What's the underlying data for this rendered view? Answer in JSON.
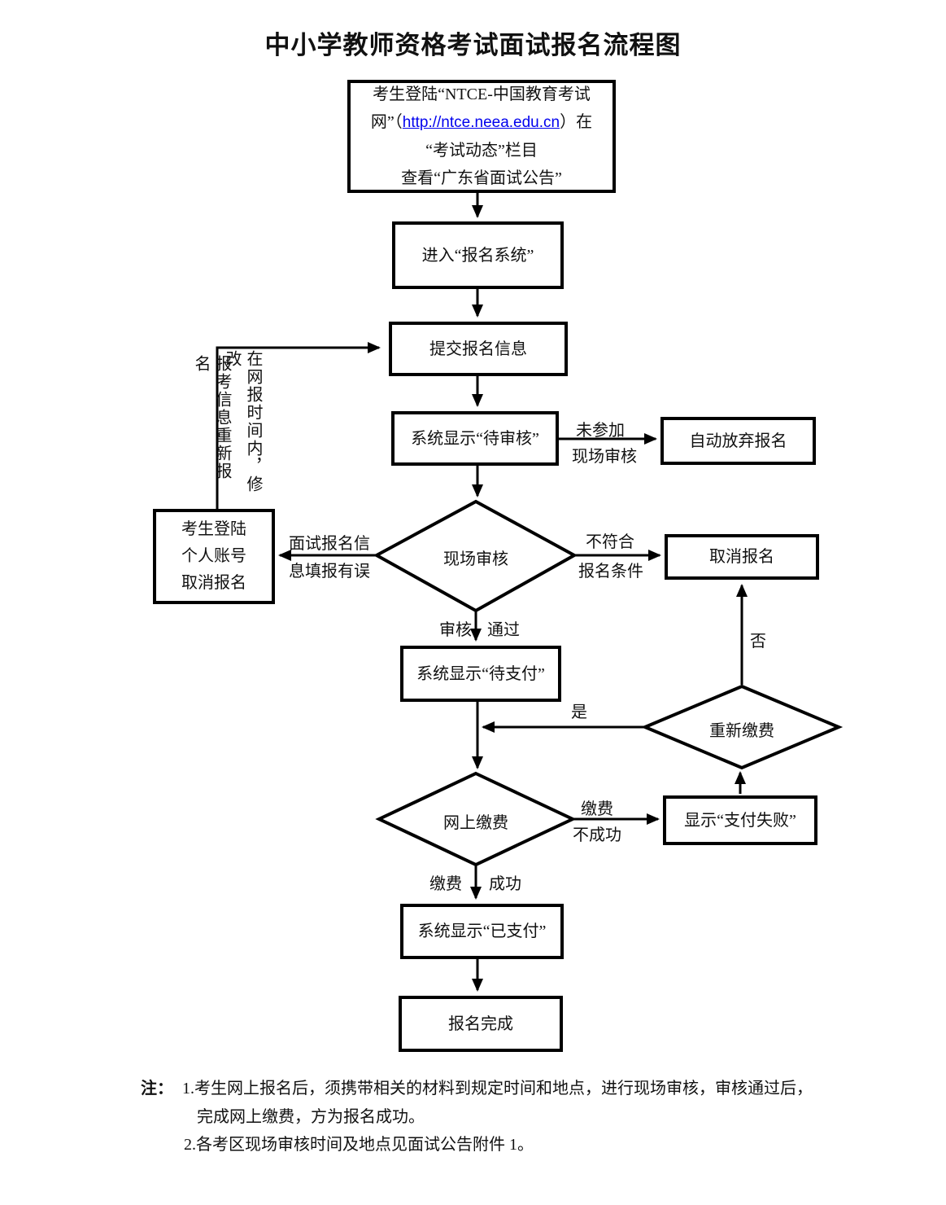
{
  "title": "中小学教师资格考试面试报名流程图",
  "colors": {
    "link": "#0000EE",
    "line": "#000000",
    "background": "#FFFFFF"
  },
  "nodes": {
    "start": {
      "line1": "考生登陆“NTCE-中国教育考试",
      "line2_pre": "网”（",
      "line2_link": "http://ntce.neea.edu.cn",
      "line2_post": "）在",
      "line3": "“考试动态”栏目",
      "line4": "查看“广东省面试公告”"
    },
    "enter_system": "进入“报名系统”",
    "submit_info": "提交报名信息",
    "pending_review": "系统显示“待审核”",
    "auto_abandon": "自动放弃报名",
    "onsite_review": "现场审核",
    "cancel_account_l1": "考生登陆",
    "cancel_account_l2": "个人账号",
    "cancel_account_l3": "取消报名",
    "cancel_registration": "取消报名",
    "pending_payment": "系统显示“待支付”",
    "repay": "重新缴费",
    "online_payment": "网上缴费",
    "payment_failed": "显示“支付失败”",
    "paid": "系统显示“已支付”",
    "complete": "报名完成"
  },
  "edge_labels": {
    "no_onsite_l1": "未参加",
    "no_onsite_l2": "现场审核",
    "wrong_info_l1": "面试报名信",
    "wrong_info_l2": "息填报有误",
    "not_qualified_l1": "不符合",
    "not_qualified_l2": "报名条件",
    "review_l": "审核",
    "review_r": "通过",
    "yes": "是",
    "no": "否",
    "pay_fail_l1": "缴费",
    "pay_fail_l2": "不成功",
    "pay_ok_l": "缴费",
    "pay_ok_r": "成功",
    "revise_col_right": "在网报时间内，修改",
    "revise_col_left": "报考信息重新报名"
  },
  "notes": {
    "prefix": "注：",
    "item1_line1": "1.考生网上报名后，须携带相关的材料到规定时间和地点，进行现场审核，审核通过后，",
    "item1_line2": "完成网上缴费，方为报名成功。",
    "item2": "2.各考区现场审核时间及地点见面试公告附件 1。"
  }
}
